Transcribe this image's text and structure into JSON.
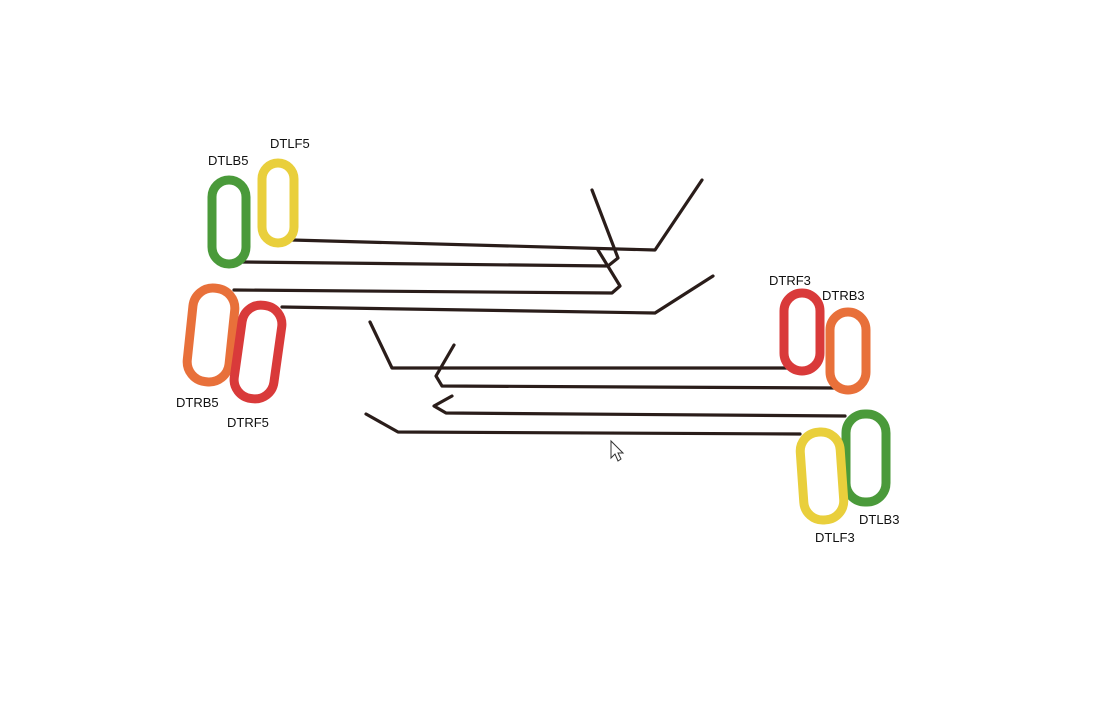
{
  "tools": [
    {
      "id": "dtlb5",
      "label": "DTLB5",
      "handle_color": "#4a9a3a"
    },
    {
      "id": "dtlf5",
      "label": "DTLF5",
      "handle_color": "#e9cf3c"
    },
    {
      "id": "dtrb5",
      "label": "DTRB5",
      "handle_color": "#e8703a"
    },
    {
      "id": "dtrf5",
      "label": "DTRF5",
      "handle_color": "#d93a3a"
    },
    {
      "id": "dtrf3",
      "label": "DTRF3",
      "handle_color": "#d93a3a"
    },
    {
      "id": "dtrb3",
      "label": "DTRB3",
      "handle_color": "#e8703a"
    },
    {
      "id": "dtlb3",
      "label": "DTLB3",
      "handle_color": "#4a9a3a"
    },
    {
      "id": "dtlf3",
      "label": "DTLF3",
      "handle_color": "#e9cf3c"
    }
  ],
  "rod_color": "#2a1d1a",
  "background": "#ffffff"
}
